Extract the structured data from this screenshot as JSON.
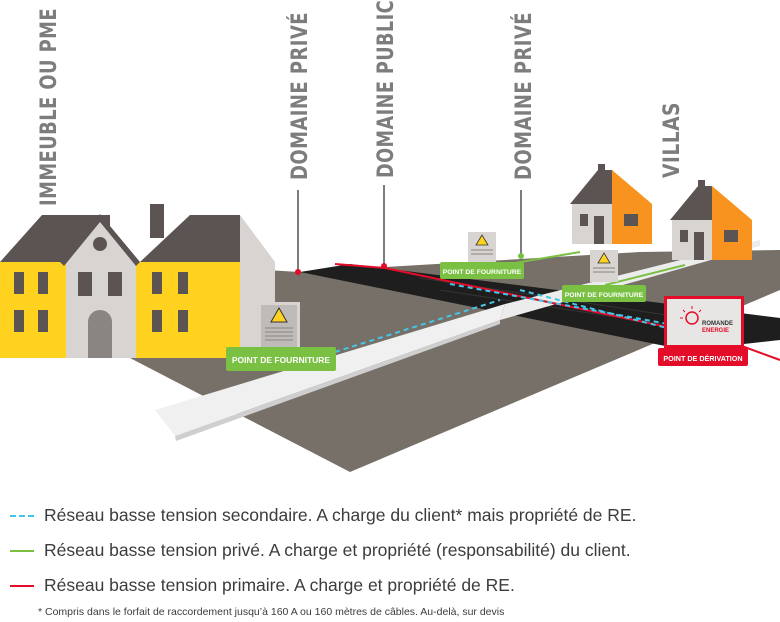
{
  "labels": {
    "building": "IMMEUBLE OU PME",
    "domaine_prive_left": "DOMAINE PRIVÉ",
    "domaine_public": "DOMAINE PUBLIC",
    "domaine_prive_right": "DOMAINE PRIVÉ",
    "villas": "VILLAS"
  },
  "tags": {
    "point_fourniture_main": "POINT DE FOURNITURE",
    "point_fourniture_villa1": "POINT DE FOURNITURE",
    "point_fourniture_villa2": "POINT DE FOURNITURE",
    "point_derivation": "POINT DE DÉRIVATION"
  },
  "logo": {
    "line1": "ROMANDE",
    "line2": "ENERGIE"
  },
  "legend": [
    {
      "style": "dashed",
      "color": "#44c6e8",
      "text": "Réseau basse tension secondaire. A charge du client* mais propriété de RE."
    },
    {
      "style": "solid",
      "color": "#7ac043",
      "text": "Réseau basse tension privé. A charge et propriété (responsabilité) du client."
    },
    {
      "style": "solid",
      "color": "#e30d2a",
      "text": "Réseau basse tension primaire. A charge et propriété de RE."
    }
  ],
  "footnote": "* Compris dans le forfait de raccordement jusqu’à 160 A ou 160 mètres de câbles. Au-delà, sur devis",
  "colors": {
    "ground": "#777068",
    "road": "#1e1e1e",
    "sidewalk": "#f0f0f0",
    "building_yellow": "#ffd21f",
    "building_gray": "#d7d4d2",
    "roof": "#5b5452",
    "villa_orange": "#f7931e",
    "cable_primary": "#e30d2a",
    "cable_private": "#7ac043",
    "cable_secondary": "#44c6e8"
  }
}
